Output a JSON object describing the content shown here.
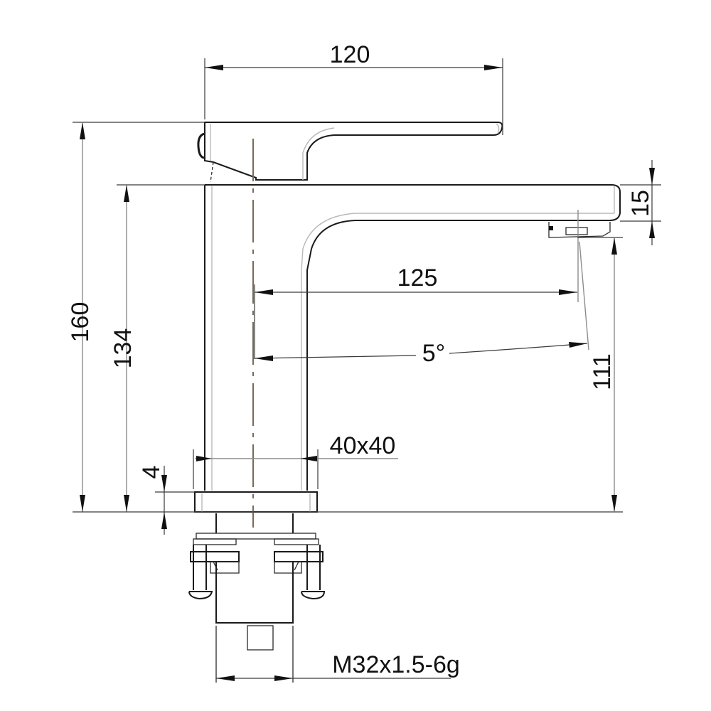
{
  "drawing": {
    "subject": "Basin mixer faucet side elevation",
    "units": "mm",
    "colors": {
      "line": "#1a1a1a",
      "hidden_line": "#b9b9b9",
      "centerline": "#7a6a55",
      "background": "#ffffff"
    }
  },
  "dimensions": {
    "handle_length": "120",
    "overall_height": "160",
    "body_height": "134",
    "spout_thickness": "15",
    "spout_reach": "125",
    "spout_angle": "5°",
    "outlet_height": "111",
    "body_section": "40x40",
    "base_plate": "4",
    "thread": "M32x1.5-6g"
  }
}
